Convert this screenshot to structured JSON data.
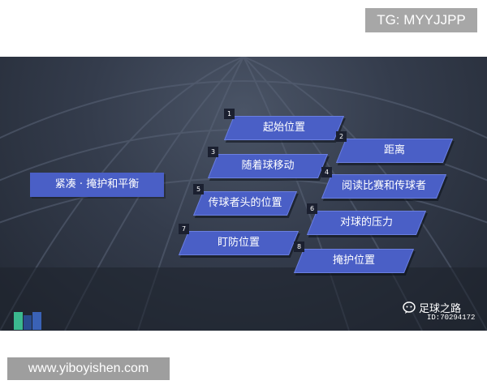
{
  "overlay": {
    "tg_text": "TG: MYYJJPP",
    "url_text": "www.yiboyishen.com"
  },
  "slide": {
    "main_title": "紧凑 · 掩护和平衡",
    "steps": [
      {
        "num": "1",
        "label": "起始位置"
      },
      {
        "num": "2",
        "label": "距离"
      },
      {
        "num": "3",
        "label": "随着球移动"
      },
      {
        "num": "4",
        "label": "阅读比赛和传球者"
      },
      {
        "num": "5",
        "label": "传球者头的位置"
      },
      {
        "num": "6",
        "label": "对球的压力"
      },
      {
        "num": "7",
        "label": "盯防位置"
      },
      {
        "num": "8",
        "label": "掩护位置"
      }
    ],
    "watermark": {
      "name": "足球之路",
      "id": "ID:70294172",
      "icon": "chat-bubble-icon"
    },
    "logo_icon": "book-logo-icon",
    "colors": {
      "accent": "#4a5fc6",
      "background": "#2c3343",
      "logo_green": "#3bb98f",
      "logo_blue": "#3a62b6"
    }
  }
}
